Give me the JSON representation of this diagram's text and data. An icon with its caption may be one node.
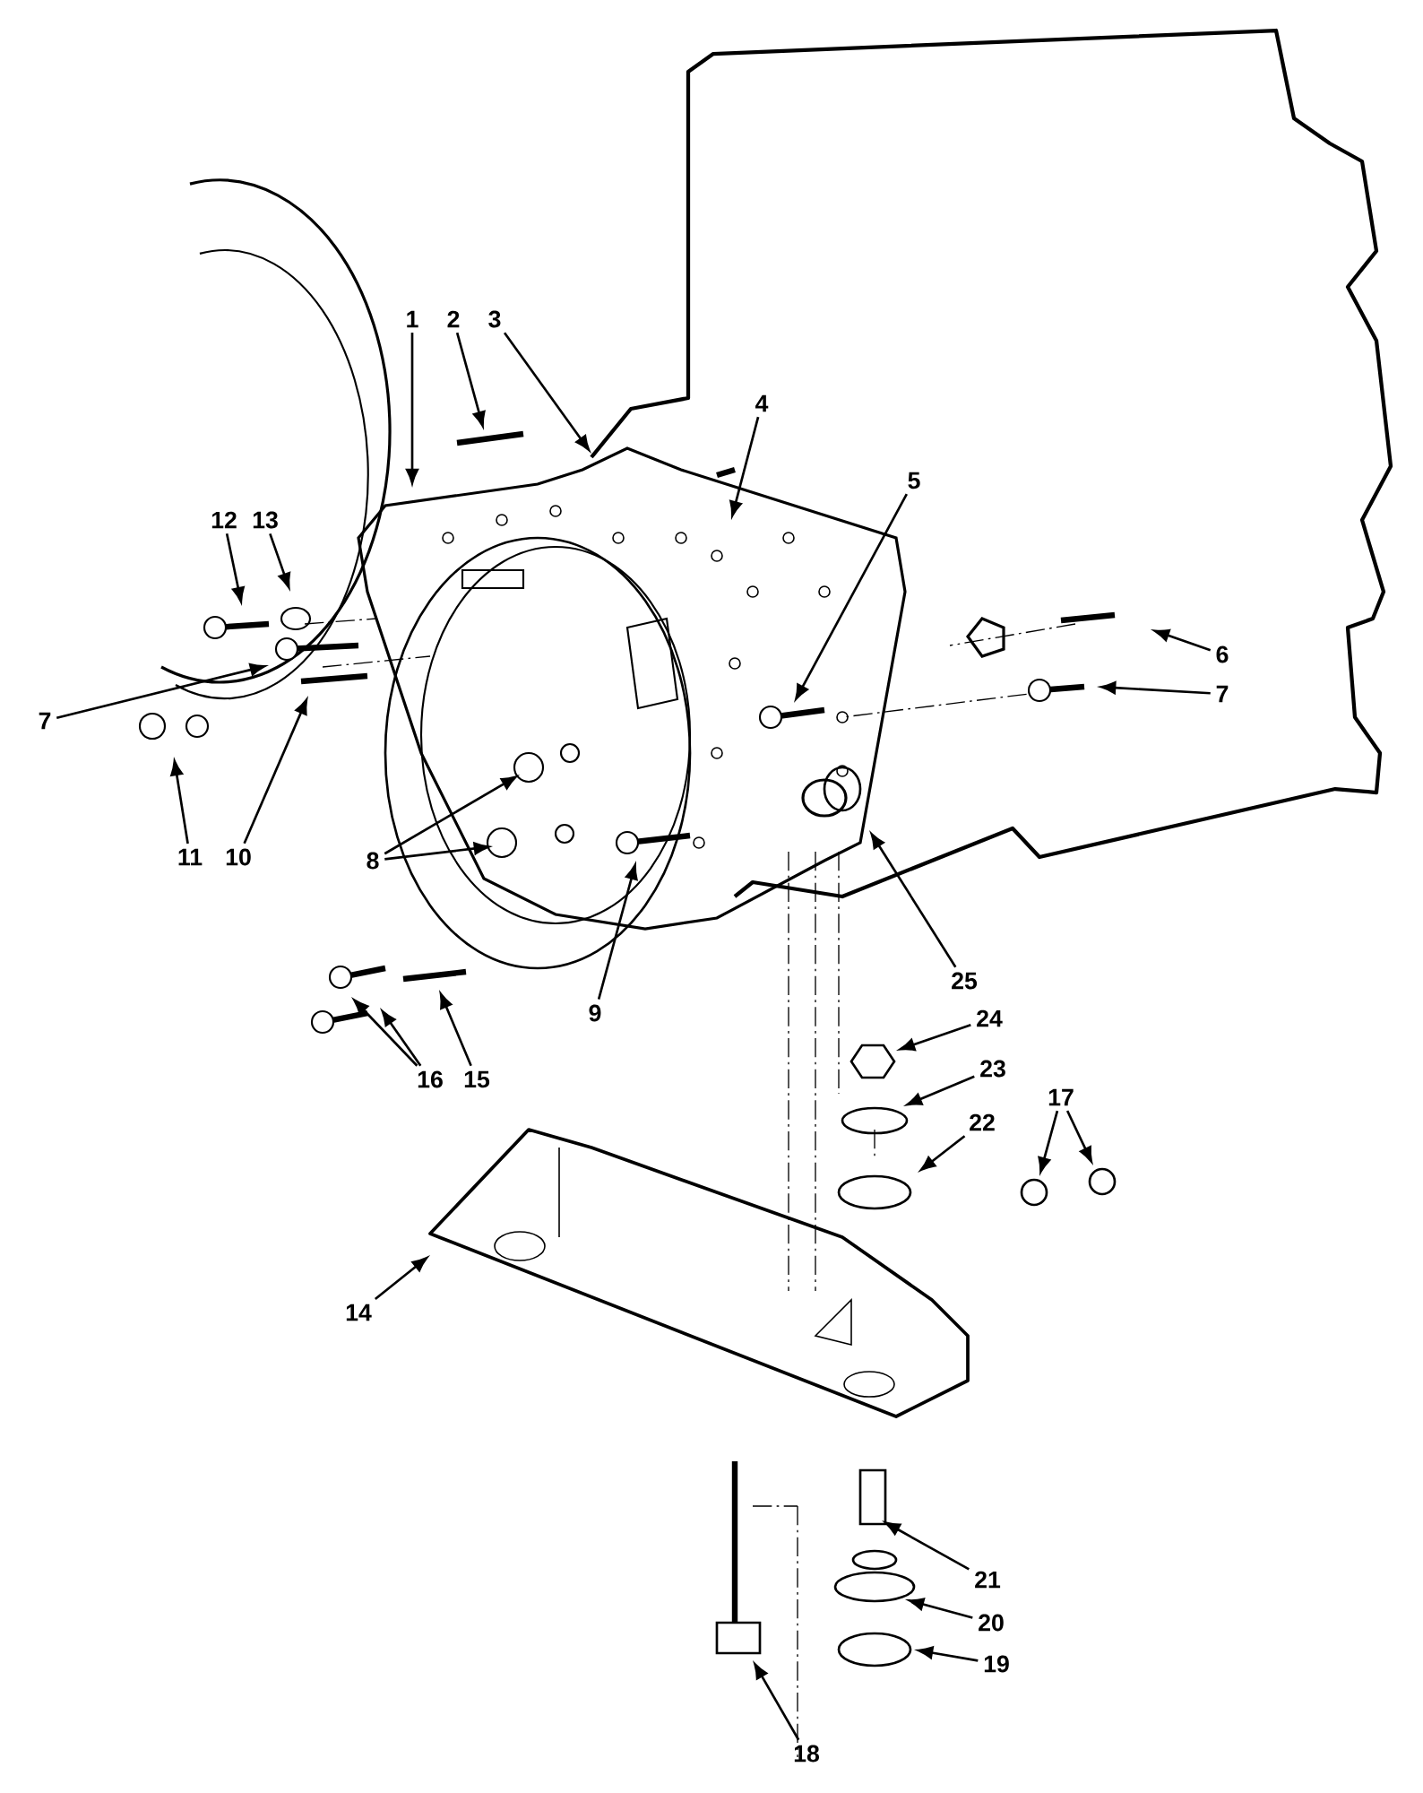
{
  "diagram": {
    "nodes": [
      {
        "text": [
          "1"
        ]
      },
      {
        "text": [
          "2"
        ]
      },
      {
        "text": [
          "3"
        ]
      },
      {
        "text": [
          "4"
        ]
      },
      {
        "text": [
          "5"
        ]
      },
      {
        "text": [
          "6"
        ]
      },
      {
        "text": [
          "7"
        ]
      },
      {
        "text": [
          "7"
        ]
      },
      {
        "text": [
          "8"
        ]
      },
      {
        "text": [
          "9"
        ]
      },
      {
        "text": [
          "10"
        ]
      },
      {
        "text": [
          "11"
        ]
      },
      {
        "text": [
          "12"
        ]
      },
      {
        "text": [
          "13"
        ]
      },
      {
        "text": [
          "14"
        ]
      },
      {
        "text": [
          "15"
        ]
      },
      {
        "text": [
          "16"
        ]
      },
      {
        "text": [
          "17"
        ]
      },
      {
        "text": [
          "18"
        ]
      },
      {
        "text": [
          "19"
        ]
      },
      {
        "text": [
          "20"
        ]
      },
      {
        "text": [
          "21"
        ]
      },
      {
        "text": [
          "22"
        ]
      },
      {
        "text": [
          "23"
        ]
      },
      {
        "text": [
          "24"
        ]
      },
      {
        "text": [
          "25"
        ]
      }
    ],
    "edges": [
      {
        "from": 0,
        "to": null,
        "arrow": "to"
      },
      {
        "from": 1,
        "to": null,
        "arrow": "to"
      },
      {
        "from": 2,
        "to": null,
        "arrow": "to"
      },
      {
        "from": 3,
        "to": null,
        "arrow": "to"
      },
      {
        "from": 4,
        "to": null,
        "arrow": "to"
      },
      {
        "from": 5,
        "to": null,
        "arrow": "to"
      },
      {
        "from": 6,
        "to": null,
        "arrow": "to"
      },
      {
        "from": 7,
        "to": null,
        "arrow": "to"
      },
      {
        "from": 8,
        "to": null,
        "arrow": "to"
      },
      {
        "from": 8,
        "to": null,
        "arrow": "to"
      },
      {
        "from": 9,
        "to": null,
        "arrow": "to"
      },
      {
        "from": 10,
        "to": null,
        "arrow": "to"
      },
      {
        "from": 11,
        "to": null,
        "arrow": "to"
      },
      {
        "from": 12,
        "to": null,
        "arrow": "to"
      },
      {
        "from": 13,
        "to": null,
        "arrow": "to"
      },
      {
        "from": 14,
        "to": null,
        "arrow": "to"
      },
      {
        "from": 15,
        "to": null,
        "arrow": "to"
      },
      {
        "from": 16,
        "to": null,
        "arrow": "to"
      },
      {
        "from": 16,
        "to": null,
        "arrow": "to"
      },
      {
        "from": 17,
        "to": null,
        "arrow": "to"
      },
      {
        "from": 17,
        "to": null,
        "arrow": "to"
      },
      {
        "from": 18,
        "to": null,
        "arrow": "to"
      },
      {
        "from": 19,
        "to": null,
        "arrow": "to"
      },
      {
        "from": 20,
        "to": null,
        "arrow": "to"
      },
      {
        "from": 21,
        "to": null,
        "arrow": "to"
      },
      {
        "from": 22,
        "to": null,
        "arrow": "to"
      },
      {
        "from": 23,
        "to": null,
        "arrow": "to"
      },
      {
        "from": 24,
        "to": null,
        "arrow": "to"
      },
      {
        "from": 25,
        "to": null,
        "arrow": "to"
      }
    ]
  }
}
